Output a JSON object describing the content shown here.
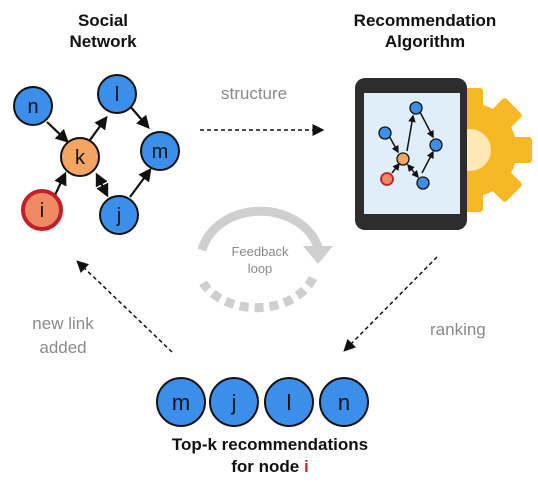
{
  "social_title": [
    "Social",
    "Network"
  ],
  "algo_title": [
    "Recommendation",
    "Algorithm"
  ],
  "arrow_labels": {
    "structure": "structure",
    "ranking": "ranking",
    "new_link": [
      "new link",
      "added"
    ]
  },
  "feedback_loop": [
    "Feedback",
    "loop"
  ],
  "graph": {
    "nodes": [
      "n",
      "l",
      "k",
      "m",
      "i",
      "j"
    ],
    "target_node": "i"
  },
  "recommendations": [
    "m",
    "j",
    "l",
    "n"
  ],
  "footer": {
    "line1": "Top-k recommendations",
    "line2_prefix": "for node ",
    "line2_node": "i"
  },
  "colors": {
    "node_blue": "#3b8eea",
    "node_orange": "#f5a462",
    "node_target_fill": "#f08a62",
    "node_target_ring": "#c0202a",
    "highlight_red": "#d0262a",
    "tablet_body": "#2d2d2d",
    "tablet_screen": "#dfeef8",
    "gear": "#f7b826",
    "loop_gray": "#cfcfcf"
  }
}
